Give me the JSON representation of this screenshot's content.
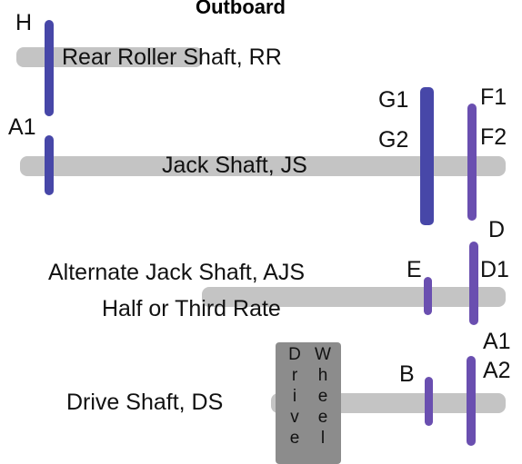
{
  "title": "Outboard",
  "shafts": {
    "rear_roller": "Rear Roller Shaft, RR",
    "jack": "Jack Shaft, JS",
    "alternate_line1": "Alternate Jack Shaft, AJS",
    "alternate_line2": "Half or Third Rate",
    "drive": "Drive Shaft, DS"
  },
  "gears": {
    "H": "H",
    "A1_jack": "A1",
    "G1": "G1",
    "G2": "G2",
    "F1": "F1",
    "F2": "F2",
    "D": "D",
    "D1": "D1",
    "E": "E",
    "A1_drive": "A1",
    "A2": "A2",
    "B": "B"
  },
  "drive_wheel": {
    "word1": "Drive",
    "word2": "Wheel"
  },
  "colors": {
    "shaft": "#c4c4c4",
    "gear_dark": "#4747a8",
    "gear_light": "#6a4fb0",
    "wheel": "#8c8c8c"
  }
}
